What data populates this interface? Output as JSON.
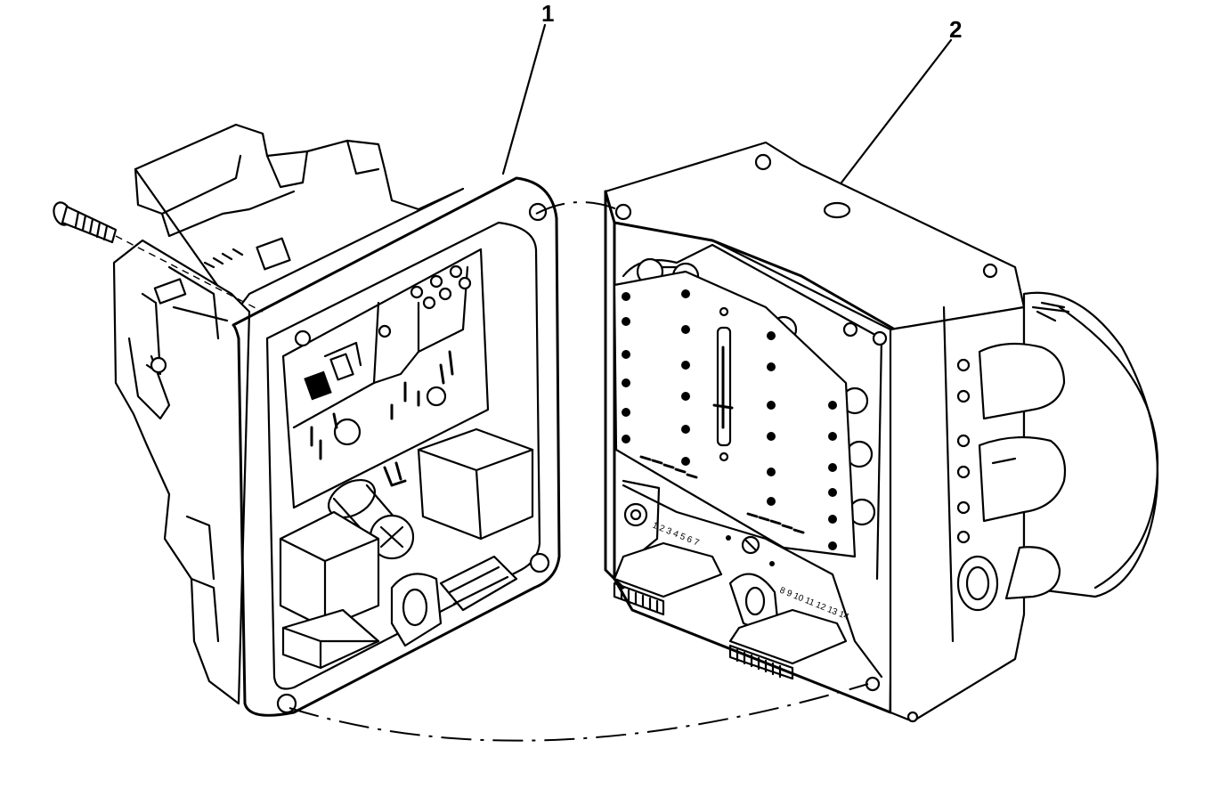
{
  "callouts": [
    {
      "id": "1",
      "label": "1"
    },
    {
      "id": "2",
      "label": "2"
    }
  ],
  "connector_pins_left": "1 2 3 4 5 6 7",
  "connector_pins_right": "8 9 10 11 12 13 14",
  "colors": {
    "ink": "#000000",
    "paper": "#ffffff"
  }
}
